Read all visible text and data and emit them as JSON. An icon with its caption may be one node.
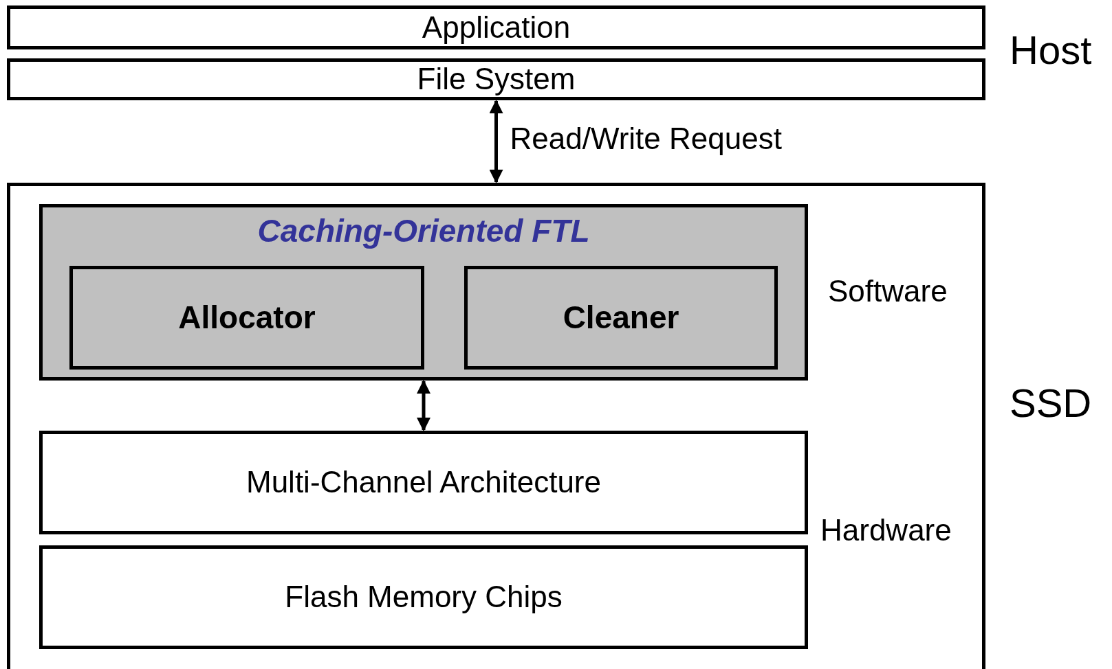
{
  "diagram": {
    "nodes": [
      {
        "text": [
          "Application"
        ]
      },
      {
        "text": [
          "File System"
        ]
      },
      {
        "text": [],
        "shape": "box"
      },
      {
        "text": [
          "Caching-Oriented FTL"
        ],
        "in": 2
      },
      {
        "text": [
          "Allocator"
        ],
        "in": 3
      },
      {
        "text": [
          "Cleaner"
        ],
        "in": 3
      },
      {
        "text": [
          "Multi-Channel Architecture"
        ],
        "in": 2
      },
      {
        "text": [
          "Flash Memory Chips"
        ],
        "in": 2
      }
    ],
    "edges": [
      {
        "from": 1,
        "to": 2,
        "arrow": "both",
        "label": "Read/Write Request"
      },
      {
        "from": 3,
        "to": 6,
        "arrow": "both"
      }
    ],
    "labels": [
      "Host",
      "Software",
      "SSD",
      "Hardware"
    ]
  }
}
